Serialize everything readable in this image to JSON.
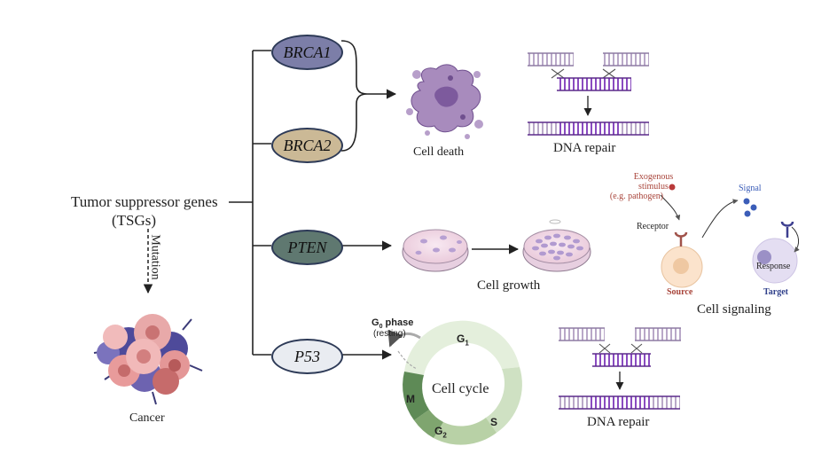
{
  "root": {
    "line1": "Tumor suppressor genes",
    "line2": "(TSGs)"
  },
  "mutation_label": "Mutation",
  "cancer_label": "Cancer",
  "genes": [
    {
      "label": "BRCA1",
      "color": "#7c7ea8"
    },
    {
      "label": "BRCA2",
      "color": "#cbb996"
    },
    {
      "label": "PTEN",
      "color": "#5f7870"
    },
    {
      "label": "P53",
      "color": "#e9ecf1"
    }
  ],
  "outcomes": {
    "cell_death": "Cell death",
    "dna_repair_top": "DNA repair",
    "cell_growth": "Cell growth",
    "cell_signaling": "Cell signaling",
    "dna_repair_bottom": "DNA repair"
  },
  "signaling": {
    "exogenous": [
      "Exogenous",
      "stimulus",
      "(e.g. pathogen)"
    ],
    "receptor": "Receptor",
    "signal": "Signal",
    "response": "Response",
    "source": "Source",
    "target": "Target"
  },
  "cell_cycle": {
    "center": "Cell cycle",
    "g0_main": "G",
    "g0_sub": "0",
    "g0_suffix": " phase",
    "resting": "(resting)",
    "g1_main": "G",
    "g1_sub": "1",
    "s": "S",
    "g2_main": "G",
    "g2_sub": "2",
    "m": "M"
  }
}
